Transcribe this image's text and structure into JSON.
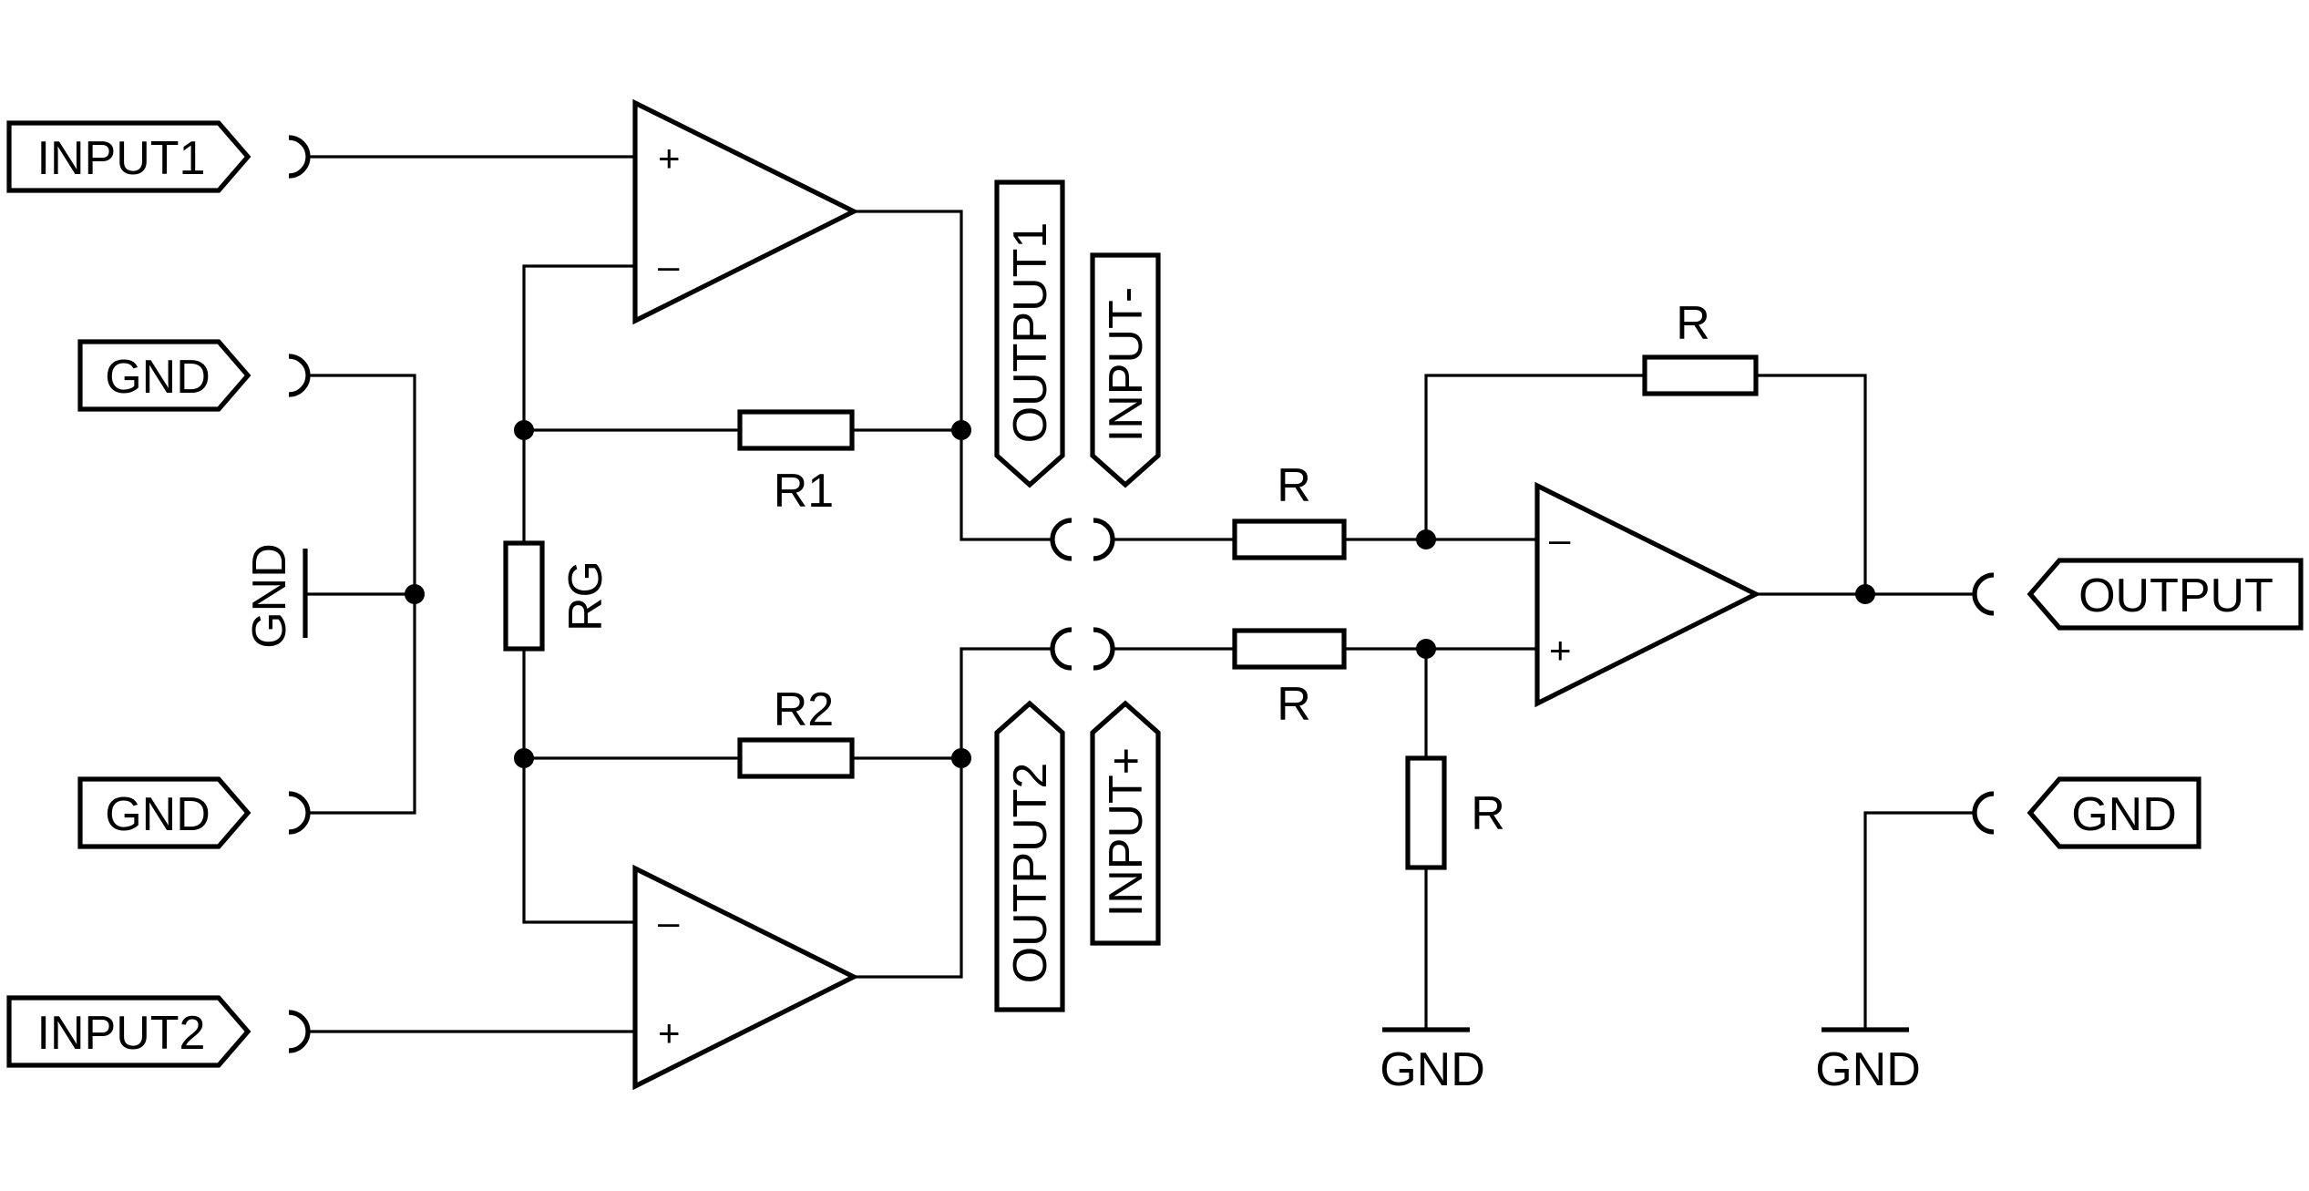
{
  "ports": {
    "input1": "INPUT1",
    "gnd_top": "GND",
    "gnd_mid": "GND",
    "input2": "INPUT2",
    "output1": "OUTPUT1",
    "input_minus": "INPUT-",
    "output2": "OUTPUT2",
    "input_plus": "INPUT+",
    "output": "OUTPUT",
    "gnd_right": "GND"
  },
  "ground_symbols": {
    "left": "GND",
    "bottom_mid": "GND",
    "bottom_right": "GND"
  },
  "resistors": {
    "rg": "RG",
    "r1": "R1",
    "r2": "R2",
    "r_input_minus": "R",
    "r_input_plus": "R",
    "r_feedback": "R",
    "r_ground": "R"
  },
  "opamp_signs": {
    "plus": "+",
    "minus": "–"
  }
}
